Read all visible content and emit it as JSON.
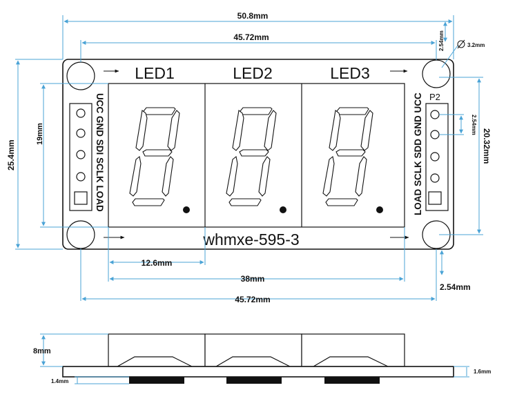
{
  "board": {
    "model": "whmxe-595-3",
    "displays": [
      "LED1",
      "LED2",
      "LED3"
    ],
    "left_header": "UCC GND SDI SCLK LOAD",
    "right_header": "LOAD SCLK SDD GND UCC",
    "right_header_ref": "P2"
  },
  "dimensions": {
    "board_width": "50.8mm",
    "hole_spacing_top": "45.72mm",
    "hole_spacing_bottom": "45.72mm",
    "board_height": "25.4mm",
    "display_height": "19mm",
    "pin_span": "20.32mm",
    "pin_pitch": "2.54mm",
    "hole_offset_top": "2.54mm",
    "hole_offset_bottom": "2.54mm",
    "hole_diameter": "3.2mm",
    "digit_width": "12.6mm",
    "display_width": "38mm",
    "side_height": "8mm",
    "pcb_thickness": "1.6mm",
    "component_height": "1.4mm"
  },
  "icons": {
    "diameter": "diameter-icon",
    "arrow": "arrow-right-icon"
  },
  "colors": {
    "dimension_line": "#4aa3d6",
    "outline": "#111111"
  }
}
